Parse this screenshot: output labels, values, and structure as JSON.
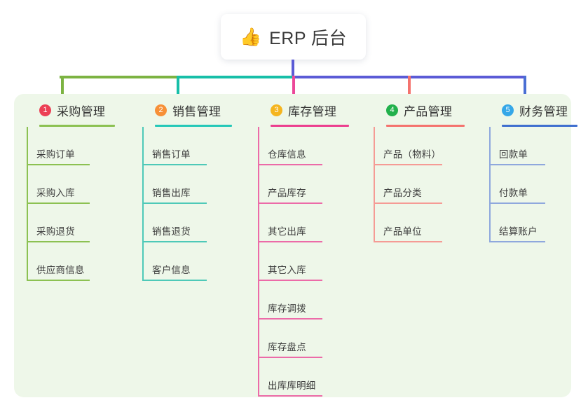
{
  "root": {
    "icon": "thumbs-up-emoji",
    "emoji": "👍",
    "title": "ERP 后台"
  },
  "palette": {
    "panel_background": "#eef7e9",
    "page_background": "#ffffff",
    "root_stem": "#5b5bd6",
    "connector_green": "#7cb342",
    "connector_teal": "#17bfa8",
    "connector_purple": "#5b5bd6",
    "stub_green": "#7cb342",
    "stub_teal": "#17bfa8",
    "stub_pink": "#ec4899",
    "stub_salmon": "#f4736e",
    "stub_blue": "#4a6fd4"
  },
  "columns": [
    {
      "index": "1",
      "title": "采购管理",
      "badge_color": "#ec4055",
      "line_color": "#8cc152",
      "underline_color": "#8cc152",
      "items": [
        {
          "label": "采购订单"
        },
        {
          "label": "采购入库"
        },
        {
          "label": "采购退货"
        },
        {
          "label": "供应商信息"
        }
      ]
    },
    {
      "index": "2",
      "title": "销售管理",
      "badge_color": "#f79038",
      "line_color": "#4ec9b8",
      "underline_color": "#25c8b8",
      "items": [
        {
          "label": "销售订单"
        },
        {
          "label": "销售出库"
        },
        {
          "label": "销售退货"
        },
        {
          "label": "客户信息"
        }
      ]
    },
    {
      "index": "3",
      "title": "库存管理",
      "badge_color": "#f5b51f",
      "line_color": "#ec6ba8",
      "underline_color": "#ec3f8f",
      "items": [
        {
          "label": "仓库信息"
        },
        {
          "label": "产品库存"
        },
        {
          "label": "其它出库"
        },
        {
          "label": "其它入库"
        },
        {
          "label": "库存调拨"
        },
        {
          "label": "库存盘点"
        },
        {
          "label": "出库库明细"
        }
      ]
    },
    {
      "index": "4",
      "title": "产品管理",
      "badge_color": "#22b14c",
      "line_color": "#f59b95",
      "underline_color": "#f4736e",
      "items": [
        {
          "label": "产品（物料）"
        },
        {
          "label": "产品分类"
        },
        {
          "label": "产品单位"
        }
      ]
    },
    {
      "index": "5",
      "title": "财务管理",
      "badge_color": "#35a7e8",
      "line_color": "#8fa8dd",
      "underline_color": "#3f6fcf",
      "items": [
        {
          "label": "回款单"
        },
        {
          "label": "付款单"
        },
        {
          "label": "结算账户"
        }
      ]
    }
  ]
}
